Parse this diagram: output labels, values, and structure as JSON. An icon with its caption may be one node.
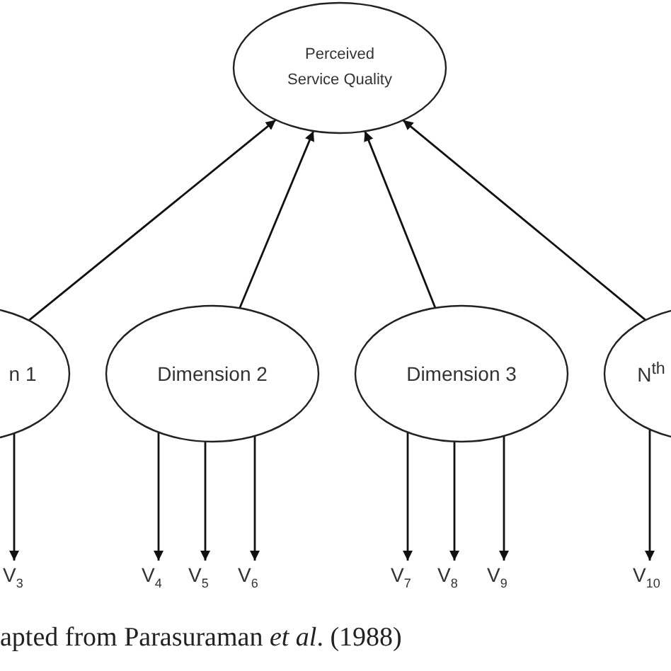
{
  "diagram": {
    "caption": "apted from Parasuraman *et al*. (1988)",
    "nodes": [
      {
        "text": [
          "Perceived Service Quality"
        ]
      },
      {
        "text": [
          "n 1"
        ]
      },
      {
        "text": [
          "Dimension 2"
        ]
      },
      {
        "text": [
          "Dimension 3"
        ]
      },
      {
        "text": [
          "N$^{th}$"
        ]
      },
      {
        "text": [
          "V$_{3}$"
        ]
      },
      {
        "text": [
          "V$_{4}$"
        ]
      },
      {
        "text": [
          "V$_{5}$"
        ]
      },
      {
        "text": [
          "V$_{6}$"
        ]
      },
      {
        "text": [
          "V$_{7}$"
        ]
      },
      {
        "text": [
          "V$_{8}$"
        ]
      },
      {
        "text": [
          "V$_{9}$"
        ]
      },
      {
        "text": [
          "V$_{10}$"
        ]
      }
    ],
    "edges": [
      {
        "from": 1,
        "to": 0,
        "arrow": "to"
      },
      {
        "from": 2,
        "to": 0,
        "arrow": "to"
      },
      {
        "from": 3,
        "to": 0,
        "arrow": "to"
      },
      {
        "from": 4,
        "to": 0,
        "arrow": "to"
      },
      {
        "from": 1,
        "to": 5,
        "arrow": "to"
      },
      {
        "from": 2,
        "to": 6,
        "arrow": "to"
      },
      {
        "from": 2,
        "to": 7,
        "arrow": "to"
      },
      {
        "from": 2,
        "to": 8,
        "arrow": "to"
      },
      {
        "from": 3,
        "to": 9,
        "arrow": "to"
      },
      {
        "from": 3,
        "to": 10,
        "arrow": "to"
      },
      {
        "from": 3,
        "to": 11,
        "arrow": "to"
      },
      {
        "from": 4,
        "to": 12,
        "arrow": "to"
      }
    ]
  }
}
